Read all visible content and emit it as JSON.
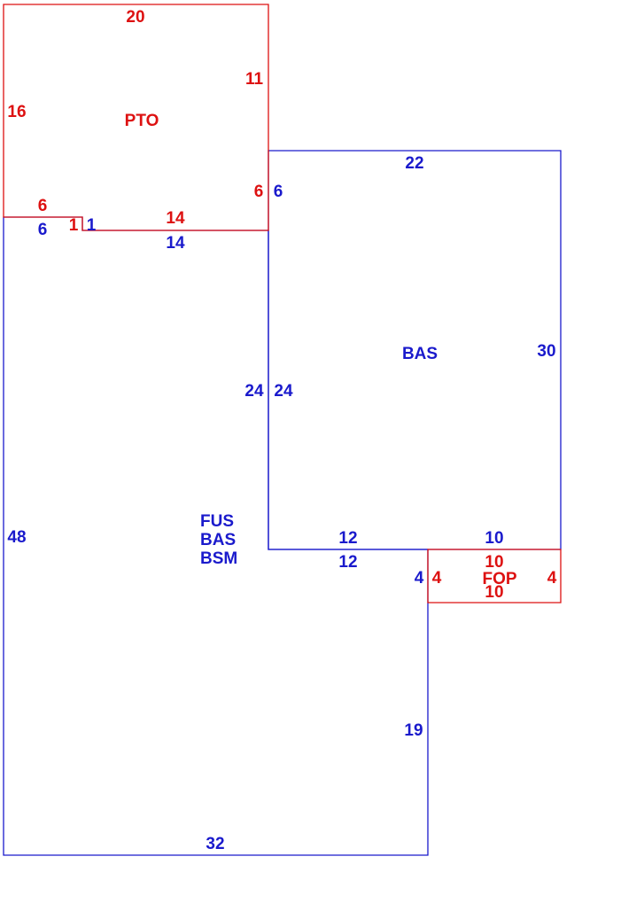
{
  "colors": {
    "structure": "#1a1acc",
    "addition": "#dd1111"
  },
  "areas": {
    "pto": {
      "code": "PTO",
      "dims": {
        "top": "20",
        "right": "11",
        "left": "16",
        "bottom_left": "6",
        "step": "1",
        "bottom": "14",
        "lower_right": "6"
      }
    },
    "bas_upper": {
      "code": "BAS",
      "dims": {
        "top": "22",
        "right": "30",
        "left_top": "6",
        "left": "24",
        "bottom_left": "12",
        "bottom_right": "10"
      }
    },
    "main": {
      "codes": [
        "FUS",
        "BAS",
        "BSM"
      ],
      "dims": {
        "top_left": "6",
        "step": "1",
        "top": "14",
        "right_upper": "24",
        "left": "48",
        "bottom_mid": "12",
        "right_step": "4",
        "right": "19",
        "bottom": "32"
      }
    },
    "fop": {
      "code": "FOP",
      "dims": {
        "top": "10",
        "bottom": "10",
        "left": "4",
        "right": "4"
      }
    }
  }
}
